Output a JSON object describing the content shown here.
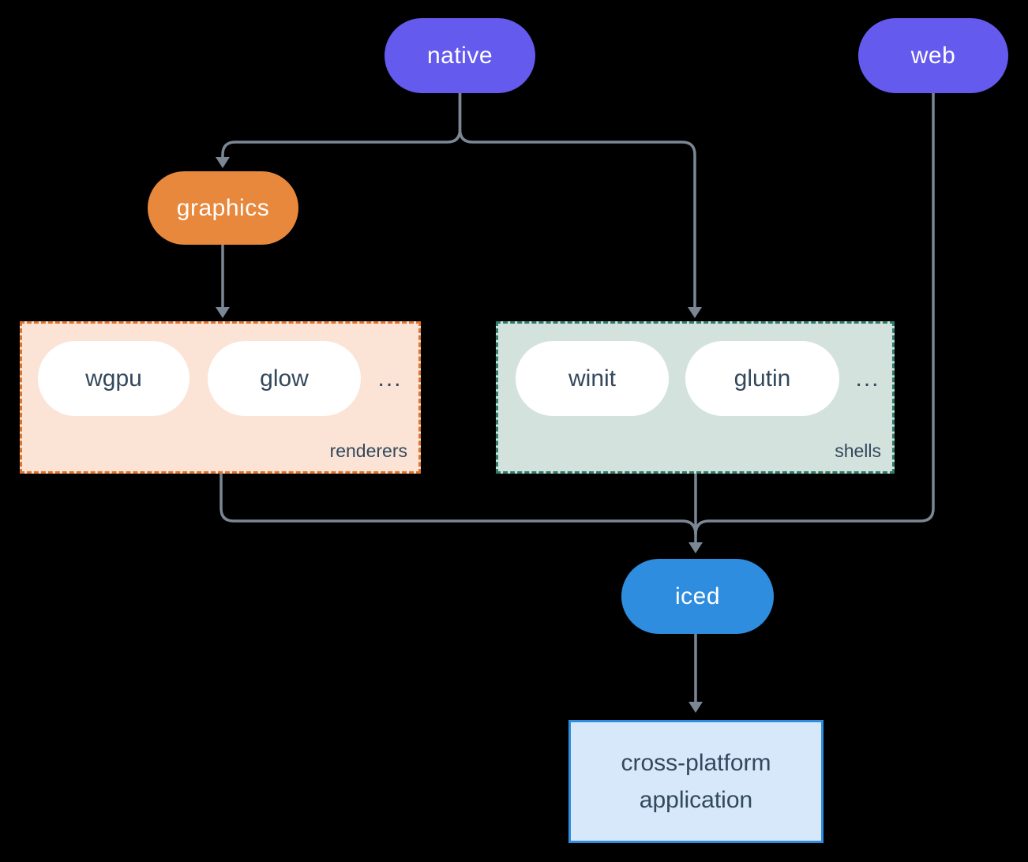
{
  "nodes": {
    "native": {
      "label": "native",
      "color": "#645AEE"
    },
    "web": {
      "label": "web",
      "color": "#645AEE"
    },
    "graphics": {
      "label": "graphics",
      "color": "#E8883C"
    },
    "iced": {
      "label": "iced",
      "color": "#2F8DE0"
    },
    "application": {
      "line1": "cross-platform",
      "line2": "application",
      "bg": "#D6E8F9",
      "border": "#2F8DE0"
    }
  },
  "groups": {
    "renderers": {
      "label": "renderers",
      "items": [
        "wgpu",
        "glow"
      ],
      "more": "...",
      "bg": "#FBE4D5",
      "border": "#E0742E"
    },
    "shells": {
      "label": "shells",
      "items": [
        "winit",
        "glutin"
      ],
      "more": "...",
      "bg": "#D3E2DC",
      "border": "#2F7D6B"
    }
  },
  "edges": [
    {
      "from": "native",
      "to": "graphics"
    },
    {
      "from": "native",
      "to": "shells"
    },
    {
      "from": "graphics",
      "to": "renderers"
    },
    {
      "from": "renderers",
      "to": "iced"
    },
    {
      "from": "shells",
      "to": "iced"
    },
    {
      "from": "web",
      "to": "iced"
    },
    {
      "from": "iced",
      "to": "application"
    }
  ],
  "colors": {
    "background": "#000000",
    "connector": "#7B8794",
    "node_text": "#FFFFFF",
    "dark_text": "#33485C",
    "pill_bg": "#FFFFFF"
  }
}
